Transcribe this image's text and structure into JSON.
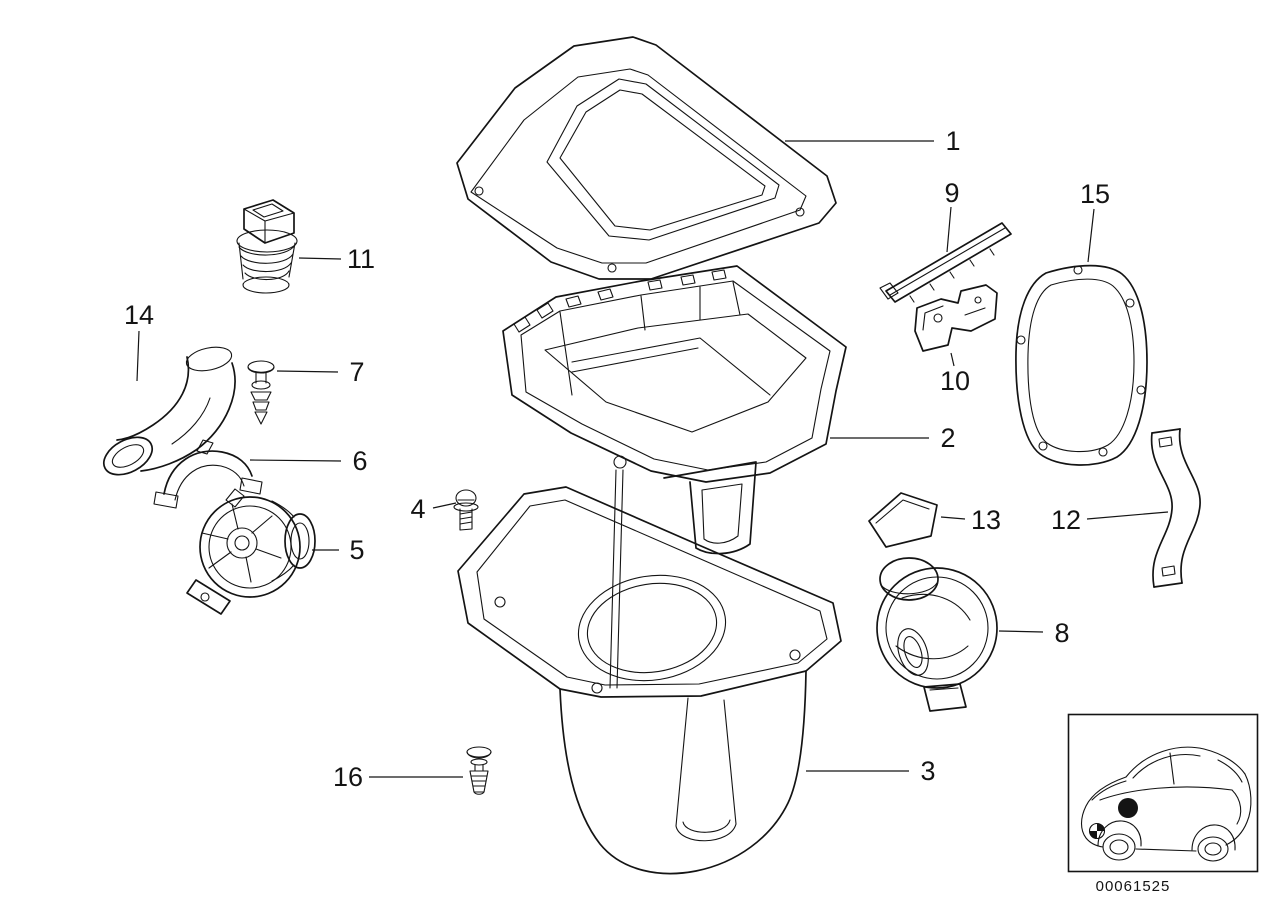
{
  "diagram": {
    "number": "00061525",
    "callouts": [
      {
        "label": "1"
      },
      {
        "label": "2"
      },
      {
        "label": "3"
      },
      {
        "label": "4"
      },
      {
        "label": "5"
      },
      {
        "label": "6"
      },
      {
        "label": "7"
      },
      {
        "label": "8"
      },
      {
        "label": "9"
      },
      {
        "label": "10"
      },
      {
        "label": "11"
      },
      {
        "label": "12"
      },
      {
        "label": "13"
      },
      {
        "label": "14"
      },
      {
        "label": "15"
      },
      {
        "label": "16"
      }
    ]
  },
  "colors": {
    "line": "#141414",
    "background": "#ffffff"
  }
}
